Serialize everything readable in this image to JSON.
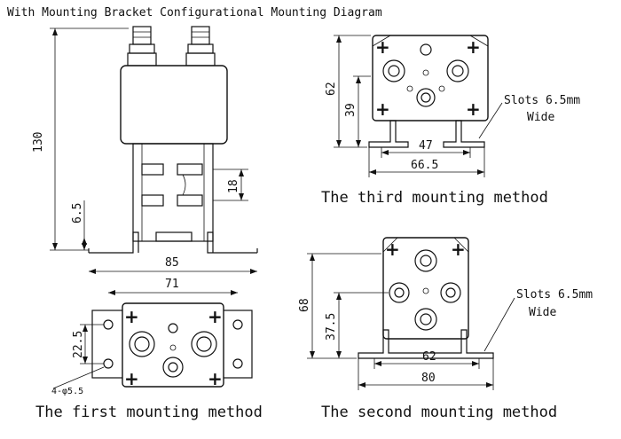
{
  "title": "With Mounting Bracket Configurational Mounting Diagram",
  "captions": {
    "first": "The first mounting method",
    "second": "The second mounting method",
    "third": "The third mounting method"
  },
  "side_view": {
    "height": "130",
    "base_offset": "6.5",
    "terminal_gap": "18"
  },
  "first_method": {
    "overall_width": "85",
    "hole_spacing": "71",
    "vertical": "22.5",
    "holes": "4-φ5.5"
  },
  "second_method": {
    "height": "68",
    "mid_height": "37.5",
    "inner_width": "62",
    "overall_width": "80",
    "slots_line1": "Slots 6.5mm",
    "slots_line2": "Wide"
  },
  "third_method": {
    "height": "62",
    "mid_height": "39",
    "inner_width": "47",
    "overall_width": "66.5",
    "slots_line1": "Slots 6.5mm",
    "slots_line2": "Wide"
  },
  "symbols": {
    "plus": "+",
    "minus": "−"
  }
}
